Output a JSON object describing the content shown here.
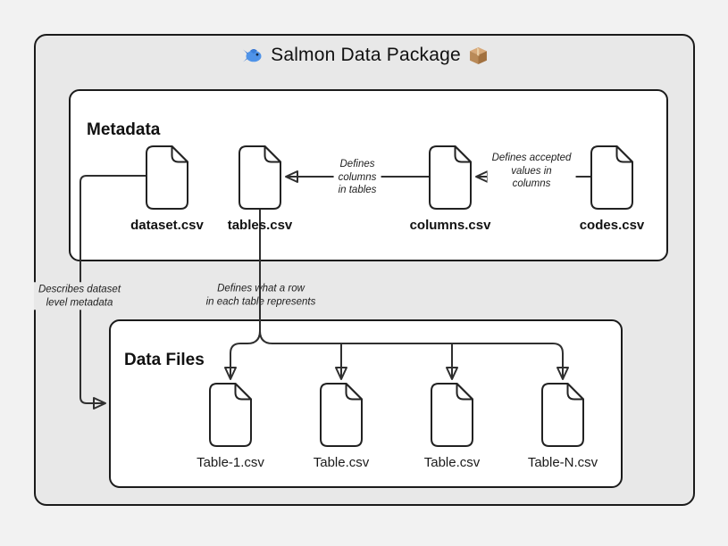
{
  "title": {
    "text": "Salmon Data Package",
    "left_icon": "fish-emoji",
    "right_icon": "package-emoji"
  },
  "metadata_section": {
    "heading": "Metadata",
    "files": [
      {
        "label": "dataset.csv"
      },
      {
        "label": "tables.csv"
      },
      {
        "label": "columns.csv"
      },
      {
        "label": "codes.csv"
      }
    ]
  },
  "datafiles_section": {
    "heading": "Data Files",
    "files": [
      {
        "label": "Table-1.csv"
      },
      {
        "label": "Table.csv"
      },
      {
        "label": "Table.csv"
      },
      {
        "label": "Table-N.csv"
      }
    ]
  },
  "edges": [
    {
      "from": "codes.csv",
      "to": "columns.csv",
      "label": "Defines accepted\nvalues in\ncolumns"
    },
    {
      "from": "columns.csv",
      "to": "tables.csv",
      "label": "Defines\ncolumns\nin tables"
    },
    {
      "from": "dataset.csv",
      "to": "Data Files",
      "label": "Describes dataset\nlevel metadata"
    },
    {
      "from": "tables.csv",
      "to": "data file tables",
      "label": "Defines what a row\nin each table represents"
    }
  ],
  "colors": {
    "page_bg": "#f2f2f2",
    "outer_box_bg": "#e8e8e8",
    "inner_box_bg": "#ffffff",
    "border": "#1b1b1b",
    "edge_line": "#2f2f2f",
    "text": "#141414"
  }
}
